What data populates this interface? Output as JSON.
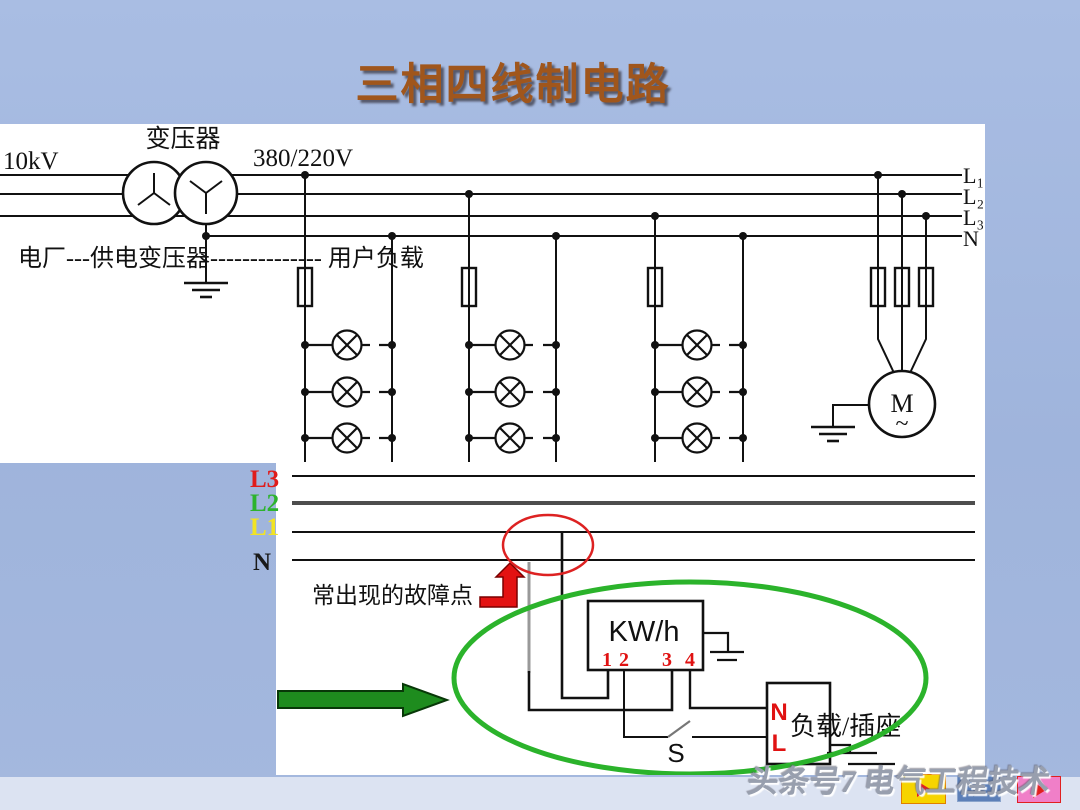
{
  "title": "三相四线制电路",
  "upper": {
    "transformer": "变压器",
    "hv": "10kV",
    "lv": "380/220V",
    "flow": "电厂---供电变压器-------------- 用户负载",
    "lines": [
      "L₁",
      "L₂",
      "L₃",
      "N"
    ],
    "motor": "M",
    "motor_wave": "~"
  },
  "lower": {
    "labels": [
      {
        "text": "L3",
        "color": "#e01b1b"
      },
      {
        "text": "L2",
        "color": "#2db32d"
      },
      {
        "text": "L1",
        "color": "#f2e423"
      },
      {
        "text": "N",
        "color": "#1a1a1a"
      }
    ],
    "fault": "常出现的故障点",
    "meter": "KW/h",
    "terminals": [
      "1",
      "2",
      "3",
      "4"
    ],
    "switch": "S",
    "load_n": "N",
    "load_l": "L",
    "load": "负载/插座"
  },
  "watermark": {
    "text": "头条号7 电气工程技术"
  },
  "colors": {
    "title": "#a0561c",
    "fault_red": "#dd2222",
    "highlight_green": "#2bb32b",
    "arrow_green": "#1e8c1e",
    "wire_gray": "#999999"
  }
}
